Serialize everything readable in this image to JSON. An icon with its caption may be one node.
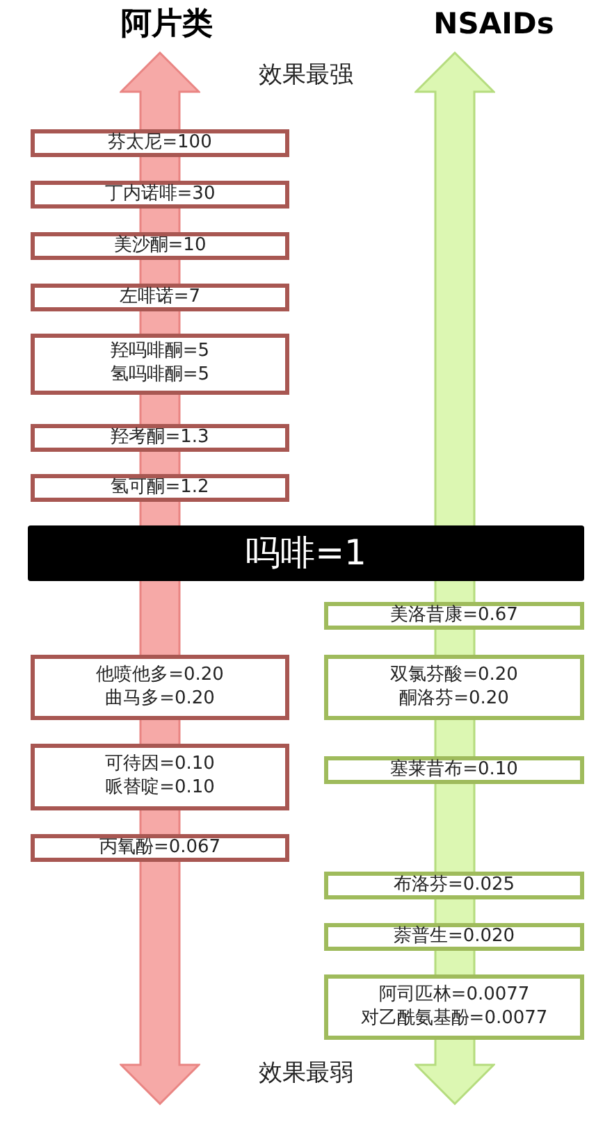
{
  "diagram": {
    "nodes": [
      {
        "text": [
          "芬太尼=100"
        ]
      },
      {
        "text": [
          "丁内诺啡=30"
        ]
      },
      {
        "text": [
          "美沙酮=10"
        ]
      },
      {
        "text": [
          "左啡诺=7"
        ]
      },
      {
        "text": [
          "羟吗啡酮=5",
          "氢吗啡酮=5"
        ]
      },
      {
        "text": [
          "羟考酮=1.3"
        ]
      },
      {
        "text": [
          "氢可酮=1.2"
        ]
      },
      {
        "text": [
          "吗啡=1"
        ]
      },
      {
        "text": [
          "美洛昔康=0.67"
        ]
      },
      {
        "text": [
          "他喷他多=0.20",
          "曲马多=0.20"
        ]
      },
      {
        "text": [
          "双氯芬酸=0.20",
          "酮洛芬=0.20"
        ]
      },
      {
        "text": [
          "可待因=0.10",
          "哌替啶=0.10"
        ]
      },
      {
        "text": [
          "塞莱昔布=0.10"
        ]
      },
      {
        "text": [
          "丙氧酚=0.067"
        ]
      },
      {
        "text": [
          "布洛芬=0.025"
        ]
      },
      {
        "text": [
          "萘普生=0.020"
        ]
      },
      {
        "text": [
          "阿司匹林=0.0077",
          "对乙酰氨基酚=0.0077"
        ]
      }
    ],
    "edges": [],
    "labels": [
      "阿片类",
      "NSAIDs",
      "效果最强",
      "效果最弱"
    ]
  }
}
